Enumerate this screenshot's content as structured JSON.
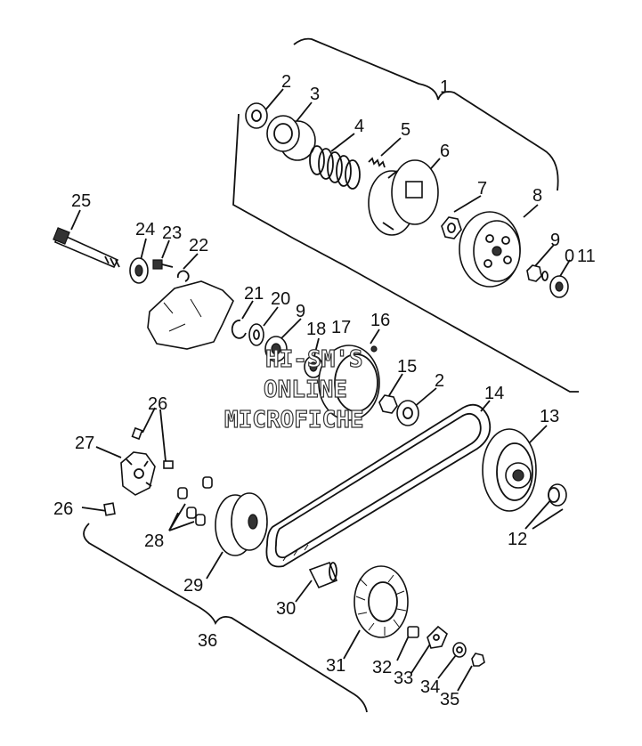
{
  "diagram": {
    "callouts": [
      "1",
      "2",
      "3",
      "4",
      "5",
      "6",
      "7",
      "8",
      "9",
      "0",
      "11",
      "25",
      "24",
      "23",
      "22",
      "21",
      "20",
      "9",
      "18",
      "17",
      "16",
      "15",
      "2",
      "14",
      "13",
      "12",
      "26",
      "26",
      "27",
      "28",
      "29",
      "30",
      "31",
      "32",
      "33",
      "34",
      "35",
      "36"
    ]
  },
  "watermark": {
    "line1": "HI-SM'S",
    "line2": "ONLINE",
    "line3": "MICROFICHE"
  }
}
